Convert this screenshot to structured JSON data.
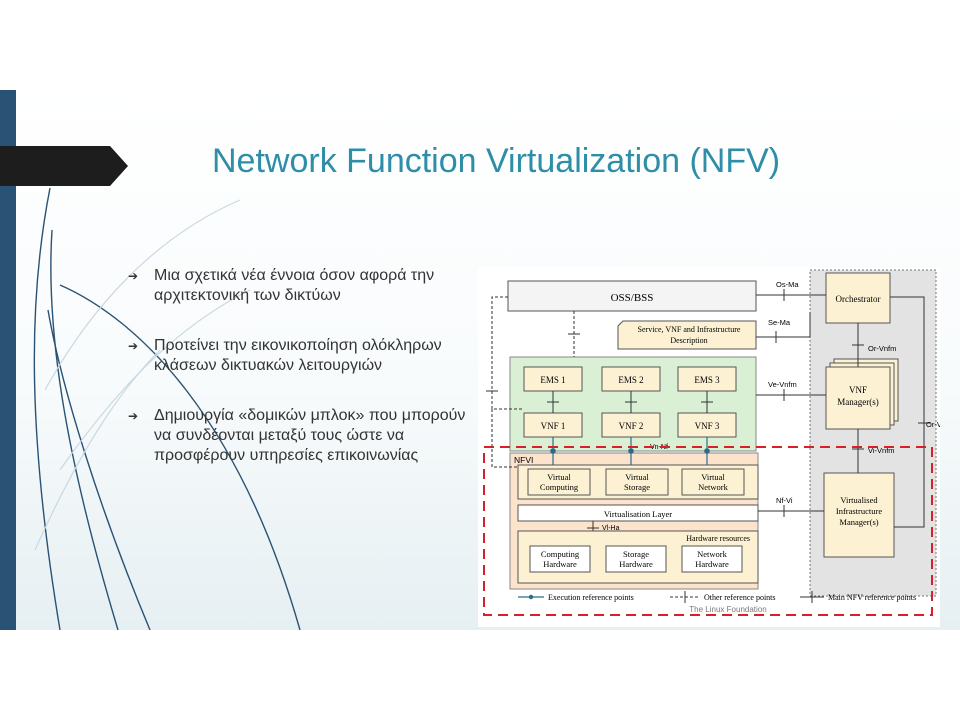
{
  "slide": {
    "title": "Network Function Virtualization (NFV)",
    "bullets": [
      "Μια σχετικά νέα έννοια όσον αφορά την αρχιτεκτονική των δικτύων",
      "Προτείνει την εικονικοποίηση ολόκληρων κλάσεων δικτυακών λειτουργιών",
      "Δημιουργία «δομικών μπλοκ» που μπορούν να συνδέονται μεταξύ τους ώστε να προσφέρουν υπηρεσίες επικοινωνίας"
    ]
  },
  "diagram": {
    "oss_bss": "OSS/BSS",
    "service_desc_line1": "Service, VNF and Infrastructure",
    "service_desc_line2": "Description",
    "orchestrator": "Orchestrator",
    "vnf_manager_line1": "VNF",
    "vnf_manager_line2": "Manager(s)",
    "vim_line1": "Virtualised",
    "vim_line2": "Infrastructure",
    "vim_line3": "Manager(s)",
    "ems": [
      "EMS 1",
      "EMS 2",
      "EMS 3"
    ],
    "vnf": [
      "VNF 1",
      "VNF 2",
      "VNF 3"
    ],
    "nfvi_label": "NFVI",
    "virtual_resources": [
      {
        "line1": "Virtual",
        "line2": "Computing"
      },
      {
        "line1": "Virtual",
        "line2": "Storage"
      },
      {
        "line1": "Virtual",
        "line2": "Network"
      }
    ],
    "virtualisation_layer": "Virtualisation Layer",
    "hardware_resources": "Hardware resources",
    "hardware": [
      {
        "line1": "Computing",
        "line2": "Hardware"
      },
      {
        "line1": "Storage",
        "line2": "Hardware"
      },
      {
        "line1": "Network",
        "line2": "Hardware"
      }
    ],
    "ref_points": {
      "os_ma": "Os-Ma",
      "se_ma": "Se-Ma",
      "or_vnfm": "Or-Vnfm",
      "ve_vnfm": "Ve-Vnfm",
      "or_vi": "Or-Vi",
      "vi_vnfm": "Vi-Vnfm",
      "vn_nf": "Vn-Nf",
      "nf_vi": "Nf-Vi",
      "vl_ha": "Vl-Ha"
    },
    "legend": {
      "execution": "Execution reference points",
      "other": "Other reference points",
      "main": "Main NFV reference points"
    },
    "credit": "The Linux Foundation"
  }
}
